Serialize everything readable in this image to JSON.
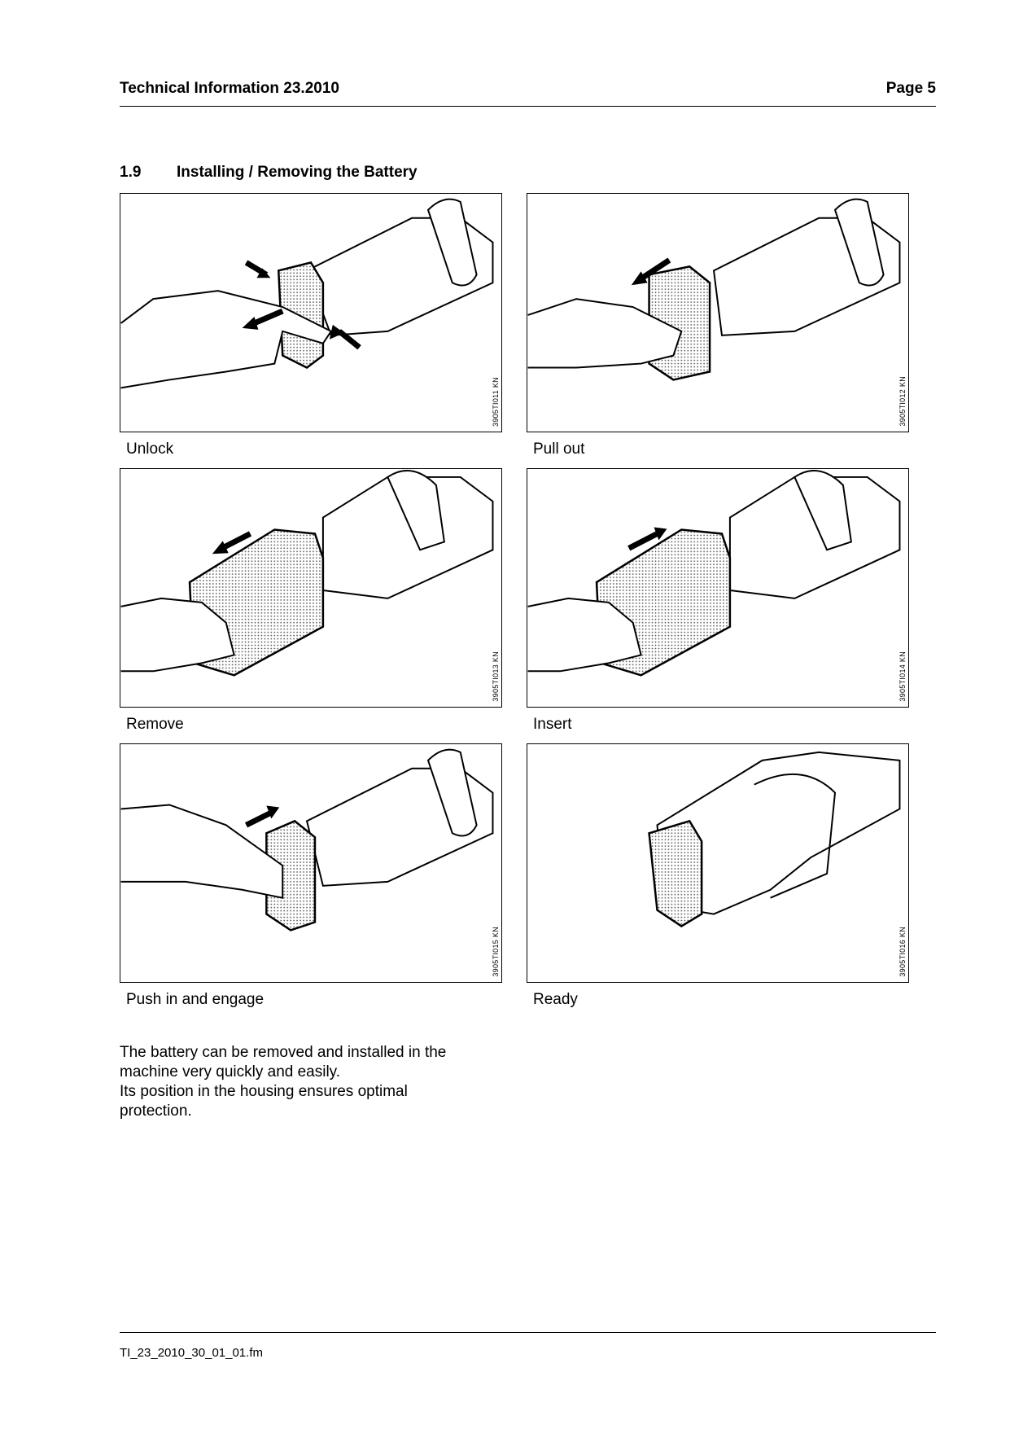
{
  "header": {
    "title": "Technical Information  23.2010",
    "page": "Page 5"
  },
  "section": {
    "number": "1.9",
    "title": "Installing / Removing the Battery"
  },
  "figures": [
    {
      "code": "3905TI011 KN",
      "caption": "Unlock"
    },
    {
      "code": "3905TI012 KN",
      "caption": "Pull out"
    },
    {
      "code": "3905TI013 KN",
      "caption": "Remove"
    },
    {
      "code": "3905TI014 KN",
      "caption": "Insert"
    },
    {
      "code": "3905TI015 KN",
      "caption": "Push in and engage"
    },
    {
      "code": "3905TI016 KN",
      "caption": "Ready"
    }
  ],
  "body": {
    "line1": "The battery can be removed and installed in the",
    "line2": "machine very quickly and easily.",
    "line3": "Its position in the housing ensures optimal",
    "line4": "protection."
  },
  "footer": {
    "filename": "TI_23_2010_30_01_01.fm"
  }
}
